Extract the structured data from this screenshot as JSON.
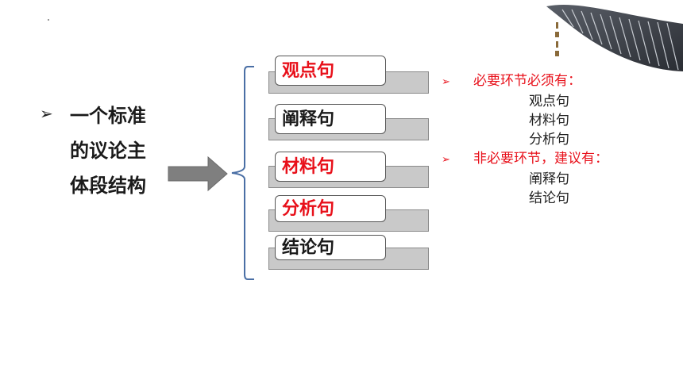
{
  "left": {
    "bullet": "➢",
    "title_lines": [
      "一个标准",
      "的议论主",
      "体段结构"
    ]
  },
  "boxes": [
    {
      "label": "观点句",
      "color": "#e8101a"
    },
    {
      "label": "阐释句",
      "color": "#1a1a1a"
    },
    {
      "label": "材料句",
      "color": "#e8101a"
    },
    {
      "label": "分析句",
      "color": "#e8101a"
    },
    {
      "label": "结论句",
      "color": "#1a1a1a"
    }
  ],
  "notes": {
    "bullet": "➢",
    "required_heading": "必要环节必须有：",
    "required_items": [
      "观点句",
      "材料句",
      "分析句"
    ],
    "optional_heading": "非必要环节，建议有：",
    "optional_items": [
      "阐释句",
      "结论句"
    ]
  },
  "colors": {
    "accent": "#e8101a",
    "text": "#1a1a1a",
    "box_shadow": "#c9c9c9"
  },
  "decoration": {
    "icon": "chinese-eave-roof-icon"
  }
}
